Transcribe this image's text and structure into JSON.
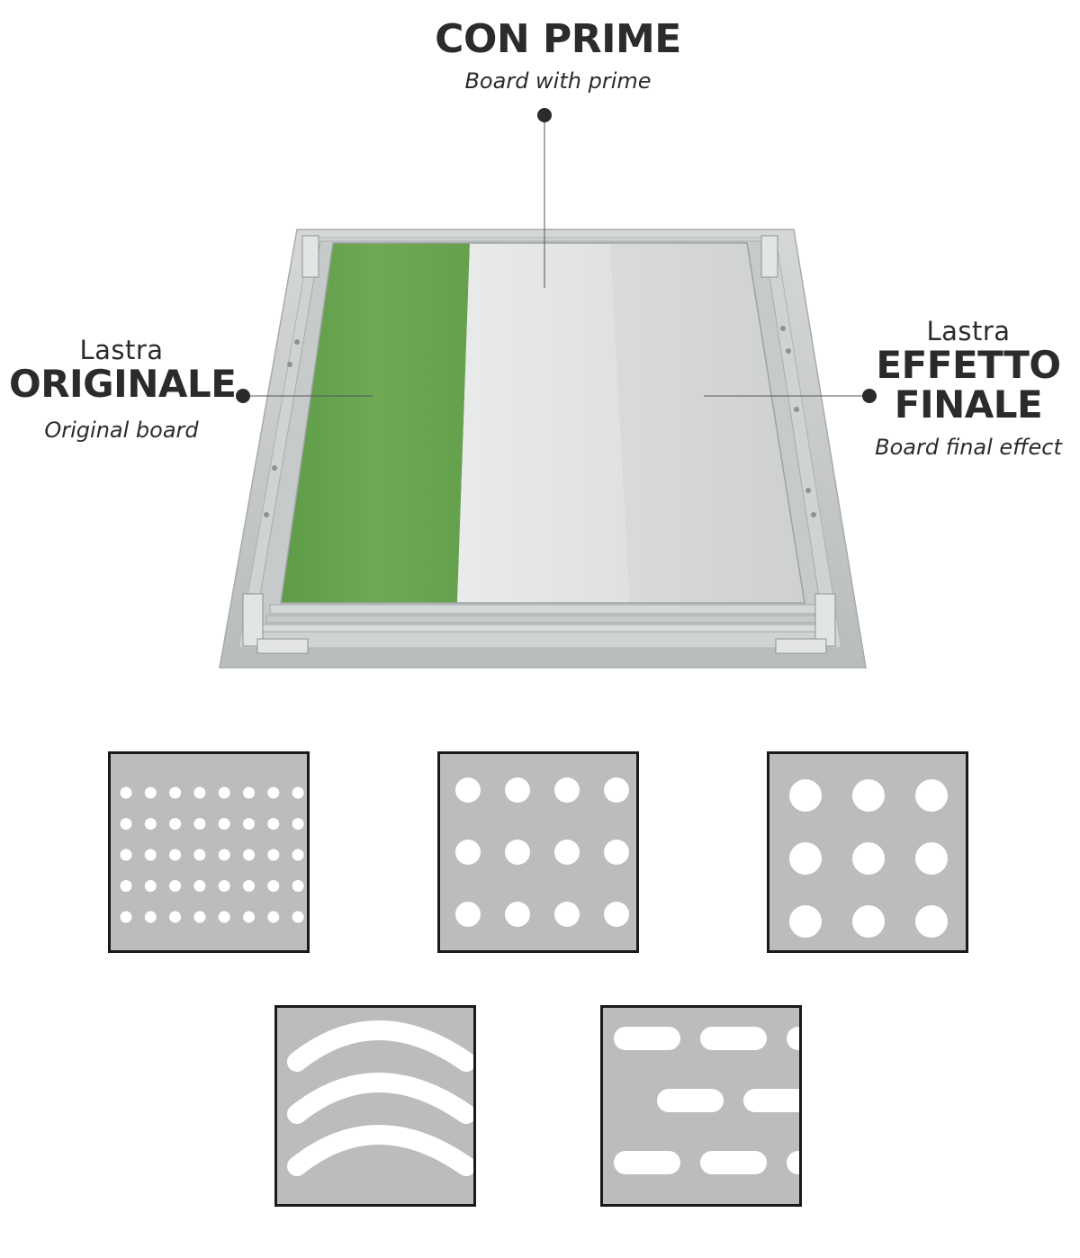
{
  "callouts": {
    "top": {
      "main": "CON PRIME",
      "sub": "Board with prime"
    },
    "left": {
      "pre": "Lastra",
      "main": "ORIGINALE",
      "sub": "Original board"
    },
    "right": {
      "pre": "Lastra",
      "main_line1": "EFFETTO",
      "main_line2": "FINALE",
      "sub": "Board final effect"
    }
  },
  "colors": {
    "text": "#2b2b2b",
    "green_board": "#6aa550",
    "primed_board": "#e4e6e5",
    "final_board": "#d7d9d9",
    "frame": "#cdd0d0",
    "sample_fill": "#bcbcbc",
    "hole": "#ffffff"
  },
  "patterns": [
    {
      "name": "small-round-holes",
      "icon": "dot-grid-small"
    },
    {
      "name": "medium-round-holes",
      "icon": "dot-grid-medium"
    },
    {
      "name": "large-round-holes",
      "icon": "dot-grid-large"
    },
    {
      "name": "curved-slots",
      "icon": "arc-slots"
    },
    {
      "name": "oblong-slots",
      "icon": "oblong-slots"
    }
  ]
}
